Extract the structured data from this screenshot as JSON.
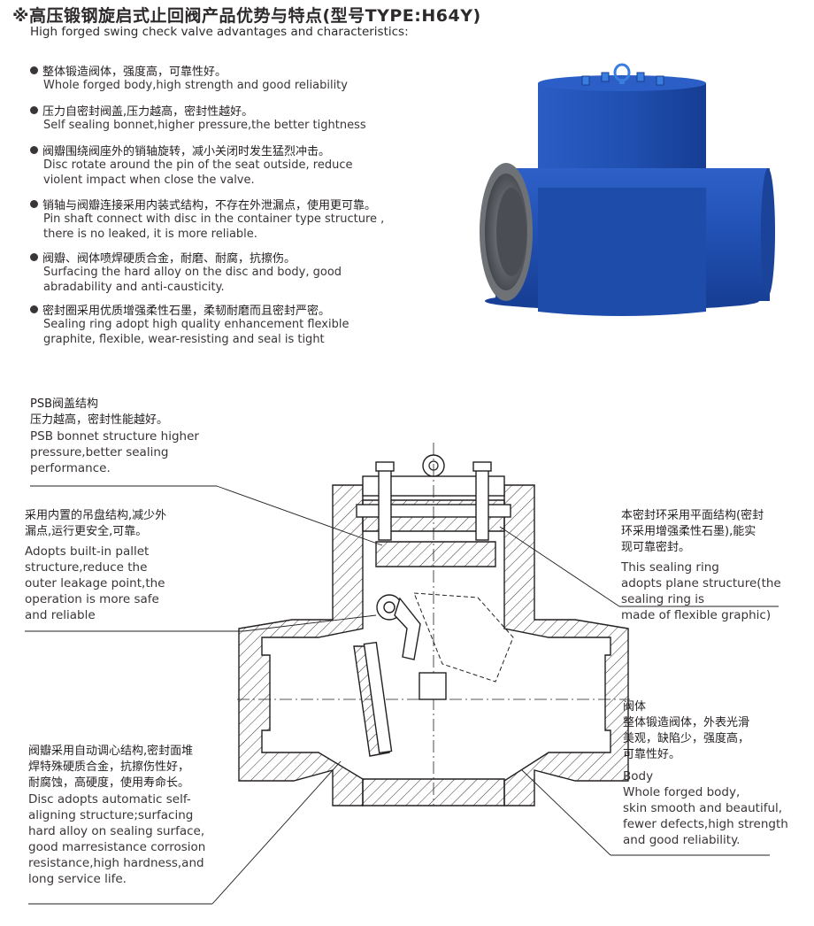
{
  "header": {
    "title": "※高压锻钢旋启式止回阀产品优势与特点(型号TYPE:H64Y)",
    "subtitle": "High forged swing check valve advantages and characteristics:"
  },
  "advantages": [
    {
      "zh": "整体锻造阀体，强度高，可靠性好。",
      "en": [
        "Whole forged body,high strength and good reliability"
      ]
    },
    {
      "zh": "压力自密封阀盖,压力越高，密封性越好。",
      "en": [
        "Self sealing bonnet,higher pressure,the better tightness"
      ]
    },
    {
      "zh": "阀瓣围绕阀座外的销轴旋转，减小关闭时发生猛烈冲击。",
      "en": [
        "Disc rotate around the pin of the seat outside, reduce",
        "violent impact when close the valve."
      ]
    },
    {
      "zh": "销轴与阀瓣连接采用内装式结构，不存在外泄漏点，使用更可靠。",
      "en": [
        "Pin shaft connect with disc in the container type structure ,",
        "there is no leaked, it is more reliable."
      ]
    },
    {
      "zh": "阀瓣、阀体喷焊硬质合金，耐磨、耐腐，抗擦伤。",
      "en": [
        "Surfacing the hard alloy on the disc and body, good",
        "abradability and anti-causticity."
      ]
    },
    {
      "zh": "密封圈采用优质增强柔性石墨，柔韧耐磨而且密封严密。",
      "en": [
        "Sealing ring adopt high quality enhancement flexible",
        "graphite, flexible, wear-resisting and seal is tight"
      ]
    }
  ],
  "annotations": {
    "bonnet": {
      "zh": [
        "PSB阀盖结构",
        "压力越高，密封性能越好。"
      ],
      "en": [
        "PSB bonnet structure higher",
        "pressure,better  sealing",
        "performance."
      ]
    },
    "pallet": {
      "zh": [
        "采用内置的吊盘结构,减少外",
        "漏点,运行更安全,可靠。"
      ],
      "en": [
        "Adopts built-in pallet",
        "structure,reduce the",
        "outer leakage point,the",
        "operation is more safe",
        "and reliable"
      ]
    },
    "seal_ring": {
      "zh": [
        "本密封环采用平面结构(密封",
        "环采用增强柔性石墨),能实",
        "现可靠密封。"
      ],
      "en": [
        "This sealing ring",
        "adopts plane structure(the",
        "sealing ring is",
        "made of flexible graphic)"
      ]
    },
    "body": {
      "zh": [
        "阀体",
        "整体锻造阀体，外表光滑",
        "美观，缺陷少，强度高，",
        "可靠性好。"
      ],
      "en": [
        "Body",
        "Whole forged body,",
        "skin smooth and beautiful,",
        "fewer defects,high strength",
        "and good reliability."
      ]
    },
    "disc": {
      "zh": [
        "阀瓣采用自动调心结构,密封面堆",
        "焊特殊硬质合金，抗擦伤性好，",
        "耐腐蚀，高硬度，使用寿命长。"
      ],
      "en": [
        "Disc adopts automatic self-",
        "aligning structure;surfacing",
        "hard alloy on sealing surface,",
        "good marresistance corrosion",
        "resistance,high hardness,and",
        "long service life."
      ]
    }
  },
  "colors": {
    "valve_blue": "#1f4fb0",
    "valve_dark": "#153a8a",
    "text": "#231f20",
    "line": "#3a3536"
  }
}
